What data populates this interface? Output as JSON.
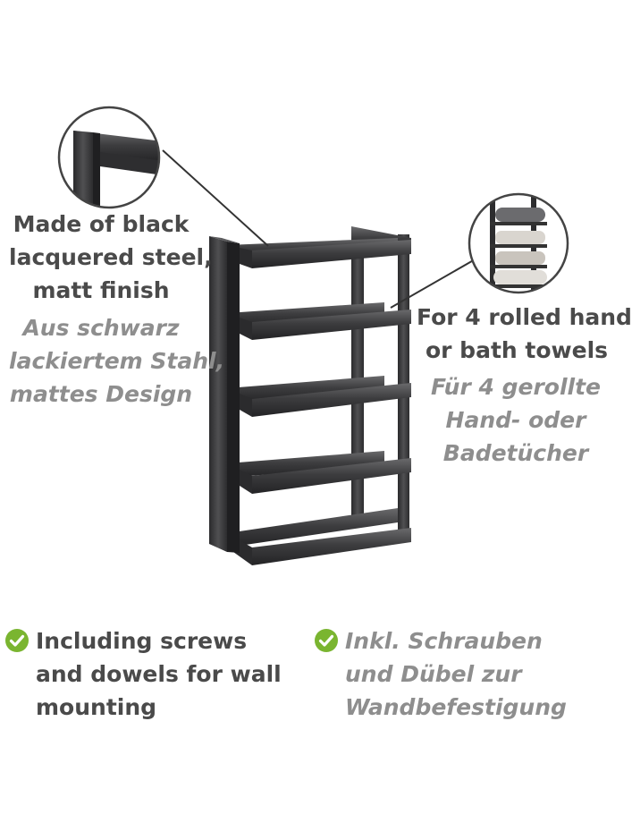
{
  "callout_left": {
    "en": [
      "Made of black",
      "lacquered steel,",
      "matt finish"
    ],
    "de": [
      "Aus schwarz",
      "lackiertem Stahl,",
      "mattes Design"
    ]
  },
  "callout_right": {
    "en": [
      "For 4 rolled hand",
      "or bath towels"
    ],
    "de": [
      "Für 4 gerollte",
      "Hand- oder",
      "Badetücher"
    ]
  },
  "feature_en": [
    "Including screws",
    "and dowels for wall",
    "mounting"
  ],
  "feature_de": [
    "Inkl. Schrauben",
    "und Dübel zur",
    "Wandbefestigung"
  ],
  "icons": {
    "check": "check-circle-icon"
  },
  "colors": {
    "text_primary": "#4a4a4a",
    "text_secondary": "#8e8e8e",
    "check_green": "#7ab530",
    "steel": "#3b3b3d"
  }
}
